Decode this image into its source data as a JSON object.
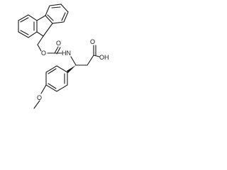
{
  "molecule": {
    "atoms": {
      "o_ester": "O",
      "o_carbonyl": "O",
      "nh": "HN",
      "oh": "OH",
      "o_acid": "O",
      "o_methoxy": "O"
    }
  }
}
